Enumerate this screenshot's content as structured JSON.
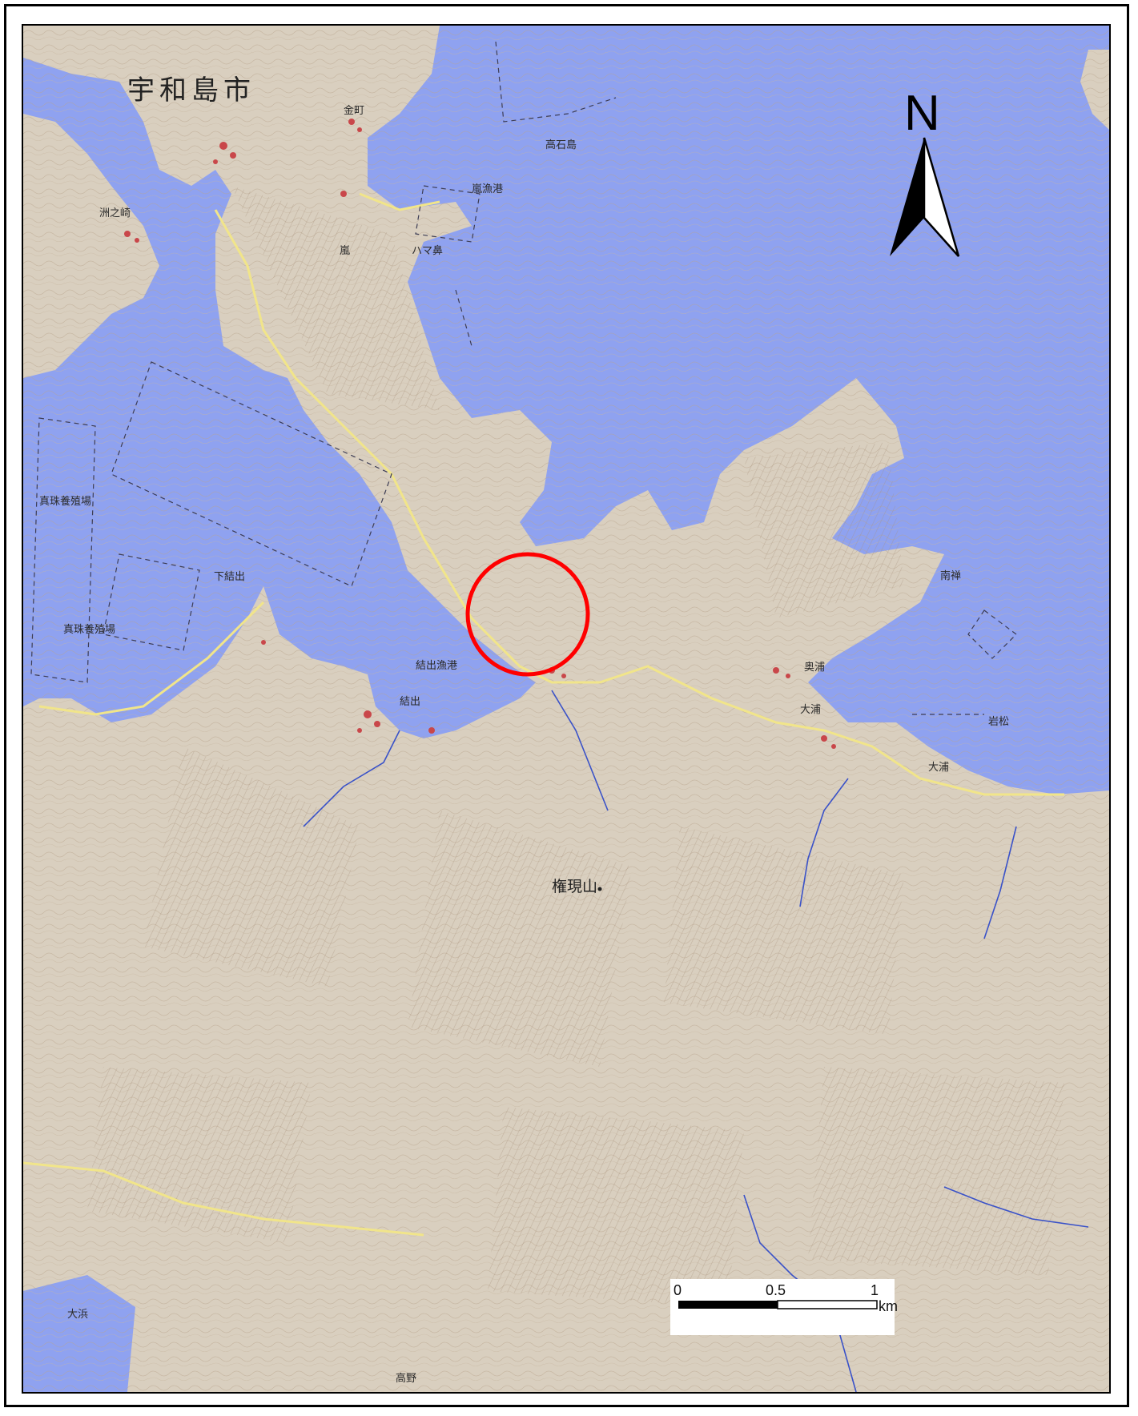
{
  "map": {
    "city_name": "宇和島市",
    "peak_name": "権現山",
    "north_letter": "N",
    "labels": [
      "金町",
      "洲之崎",
      "嵐",
      "ハマ鼻",
      "高石島",
      "嵐漁港",
      "真珠養殖場",
      "下結出",
      "真珠養殖場",
      "結出漁港",
      "結出",
      "南禅",
      "奥浦",
      "大浦",
      "岩松",
      "大浦",
      "大浜",
      "高野"
    ],
    "highlight": {
      "shape": "circle",
      "color": "#ff0000"
    }
  },
  "scale_bar": {
    "tick_0": "0",
    "tick_mid": "0.5",
    "tick_end": "1",
    "unit": "km"
  },
  "colors": {
    "water": "#8fa2f0",
    "land": "#d9cfbf",
    "road": "#f1e58a",
    "river": "#3a52c8",
    "highlight": "#ff0000"
  }
}
